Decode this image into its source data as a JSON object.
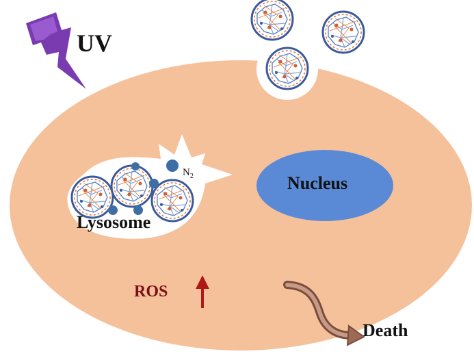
{
  "labels": {
    "uv": "UV",
    "lysosome": "Lysosome",
    "nucleus": "Nucleus",
    "n2": "N",
    "n2_subscript": "2",
    "ros": "ROS",
    "death": "Death"
  },
  "colors": {
    "cell": "#f5c19b",
    "nucleus": "#5a8ad6",
    "lightning": "#7a3ab0",
    "gas_bubble": "#3d6fa6",
    "ros_arrow": "#b01818",
    "death_arrow": "#9c6a55"
  },
  "icons": {
    "uv": "lightning-bolt-icon",
    "ros_up": "up-arrow-icon",
    "death": "curved-arrow-icon",
    "nanoparticle": "nanoparticle-icon"
  }
}
